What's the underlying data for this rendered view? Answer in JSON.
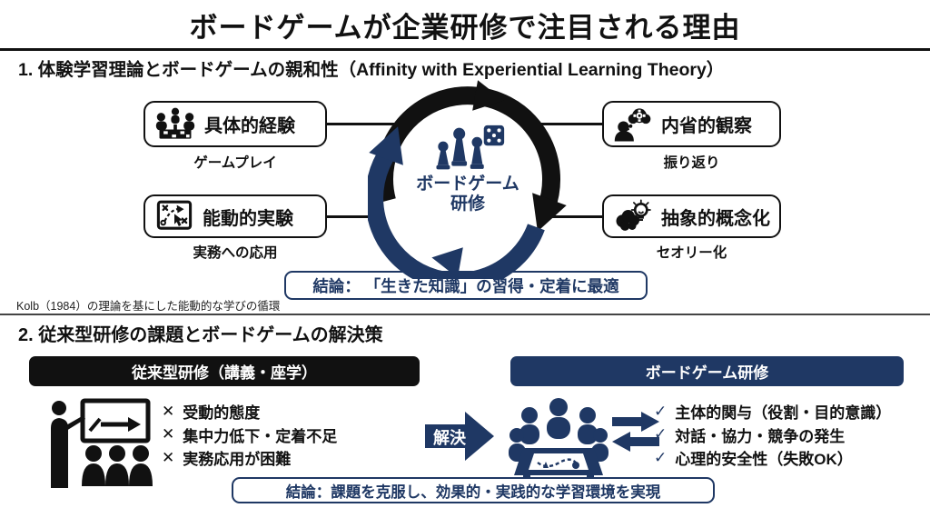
{
  "title": "ボードゲームが企業研修で注目される理由",
  "colors": {
    "navy": "#1f3864",
    "black": "#111111"
  },
  "section1": {
    "heading": "1. 体験学習理論とボードゲームの親和性（Affinity with Experiential Learning Theory）",
    "nodes": [
      {
        "label": "具体的経験",
        "caption": "ゲームプレイ",
        "icon": "game-table-icon"
      },
      {
        "label": "内省的観察",
        "caption": "振り返り",
        "icon": "reflection-thought-gear-icon"
      },
      {
        "label": "能動的実験",
        "caption": "実務への応用",
        "icon": "strategy-board-icon"
      },
      {
        "label": "抽象的概念化",
        "caption": "セオリー化",
        "icon": "brain-lightbulb-icon"
      }
    ],
    "center": {
      "line1": "ボードゲーム",
      "line2": "研修",
      "icon": "board-game-pieces-icon"
    },
    "conclusion": "結論： 「生きた知識」の習得・定着に最適",
    "footnote": "Kolb（1984）の理論を基にした能動的な学びの循環"
  },
  "section2": {
    "heading": "2. 従来型研修の課題とボードゲームの解決策",
    "left": {
      "header": "従来型研修（講義・座学）",
      "item_mark": "✕",
      "items": [
        "受動的態度",
        "集中力低下・定着不足",
        "実務応用が困難"
      ],
      "icon": "lecture-classroom-icon"
    },
    "solve_label": "解決",
    "right": {
      "header": "ボードゲーム研修",
      "item_mark": "✓",
      "items": [
        "主体的関与（役割・目的意識）",
        "対話・協力・競争の発生",
        "心理的安全性（失敗OK）"
      ],
      "icon": "group-game-table-icon"
    },
    "conclusion": "結論：課題を克服し、効果的・実践的な学習環境を実現"
  }
}
